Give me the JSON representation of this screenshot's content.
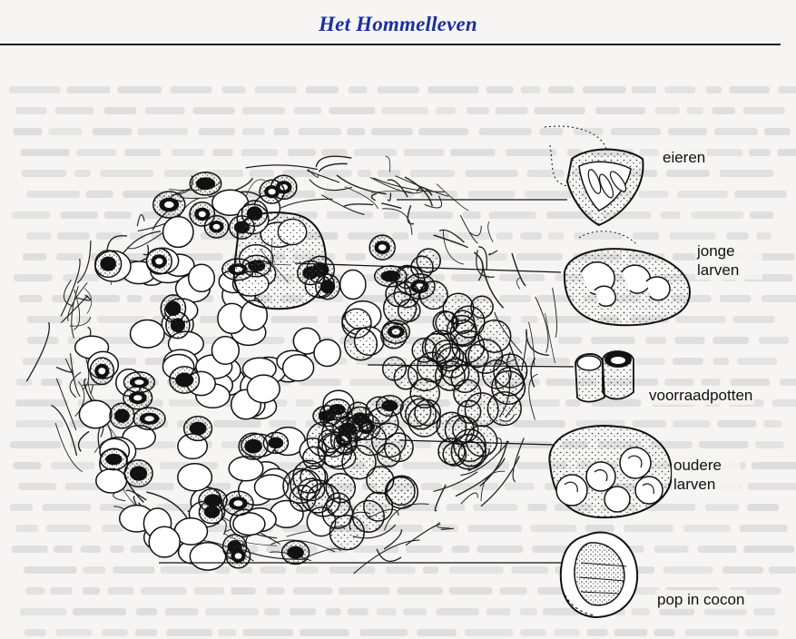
{
  "header": {
    "title": "Het Hommelleven"
  },
  "diagram": {
    "labels": {
      "eggs": "eieren",
      "young_larvae": "jonge larven",
      "storage_pots": "voorraadpotten",
      "older_larvae": "oudere larven",
      "pupa": "pop in cocon"
    }
  },
  "colors": {
    "title": "#1b2f9e",
    "ink": "#111111",
    "paper": "#f6f5f3",
    "bleed_text": "#b9b9c0"
  }
}
